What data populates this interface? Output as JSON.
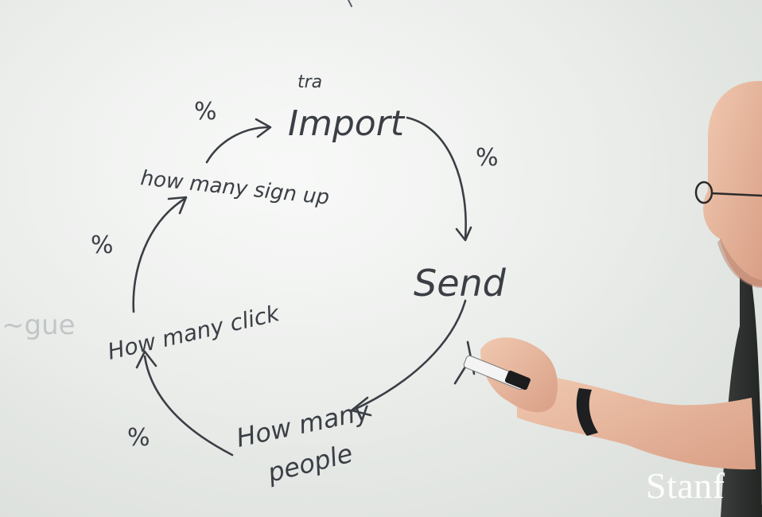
{
  "whiteboard": {
    "top_note": "tra",
    "step_import": "Import",
    "step_send": "Send",
    "step_how_many_people": [
      "How many",
      "people"
    ],
    "step_how_many_click": "How many click",
    "step_how_many_sign_up": "how many sign up",
    "percent_mark": "%"
  },
  "watermark": {
    "text": "Stanf"
  }
}
